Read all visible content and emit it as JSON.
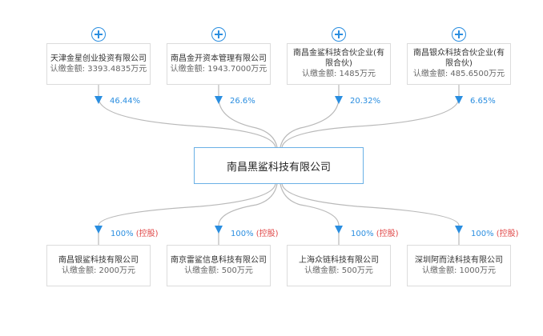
{
  "center": {
    "name": "南昌黑鲨科技有限公司"
  },
  "shareholders": [
    {
      "name": "天津金星创业投资有限公司",
      "capital_label": "认缴金额:",
      "capital": "3393.4835万元",
      "percent": "46.44%"
    },
    {
      "name": "南昌金开资本管理有限公司",
      "capital_label": "认缴金额:",
      "capital": "1943.7000万元",
      "percent": "26.6%"
    },
    {
      "name": "南昌金鲨科技合伙企业(有限合伙)",
      "capital_label": "认缴金额:",
      "capital": "1485万元",
      "percent": "20.32%"
    },
    {
      "name": "南昌银众科技合伙企业(有限合伙)",
      "capital_label": "认缴金额:",
      "capital": "485.6500万元",
      "percent": "6.65%"
    }
  ],
  "subsidiaries": [
    {
      "name": "南昌银鲨科技有限公司",
      "capital_label": "认缴金额:",
      "capital": "2000万元",
      "percent": "100%",
      "tag": "(控股)"
    },
    {
      "name": "南京雷鲨信息科技有限公司",
      "capital_label": "认缴金额:",
      "capital": "500万元",
      "percent": "100%",
      "tag": "(控股)"
    },
    {
      "name": "上海众链科技有限公司",
      "capital_label": "认缴金额:",
      "capital": "500万元",
      "percent": "100%",
      "tag": "(控股)"
    },
    {
      "name": "深圳阿而法科技有限公司",
      "capital_label": "认缴金额:",
      "capital": "1000万元",
      "percent": "100%",
      "tag": "(控股)"
    }
  ],
  "colors": {
    "accent": "#2a8ee0",
    "line": "#b9b9b9",
    "control_tag": "#e04848",
    "center_border": "#6ab0e6"
  }
}
